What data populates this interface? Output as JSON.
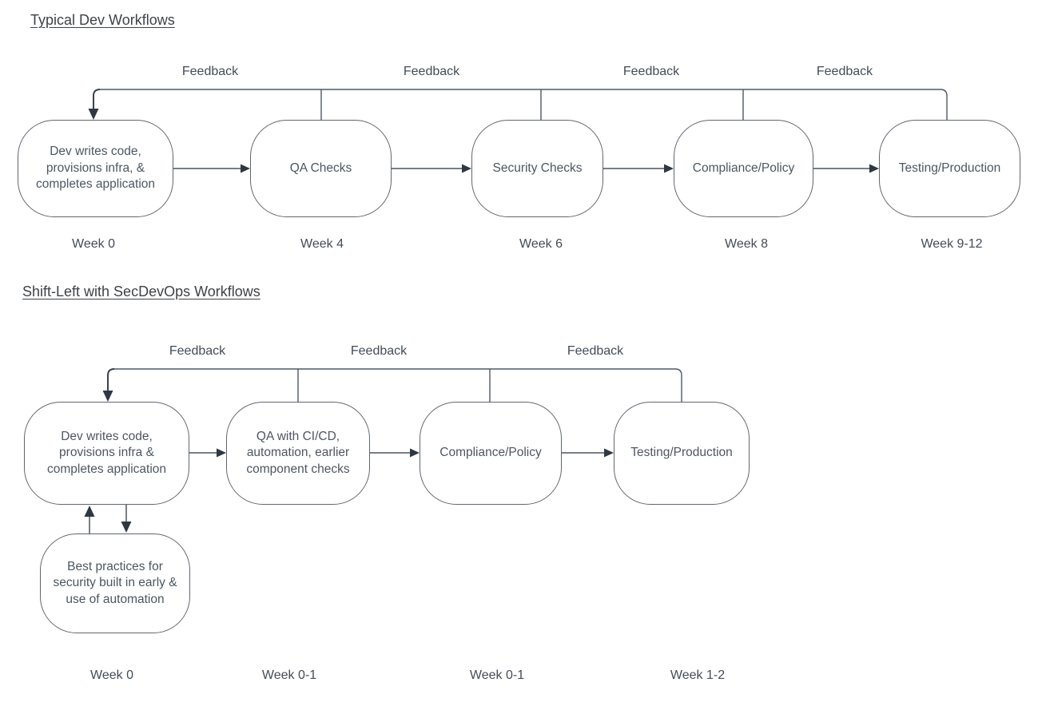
{
  "colors": {
    "background": "#ffffff",
    "node_border": "#60666e",
    "node_text": "#4c5662",
    "connector": "#4e5866",
    "feedback_arrow": "#39434f",
    "arrowhead_fill": "#2e3842",
    "label_text": "#434c57",
    "title_text": "#3e4347"
  },
  "sections": [
    {
      "title": "Typical Dev Workflows",
      "feedback_labels": [
        "Feedback",
        "Feedback",
        "Feedback",
        "Feedback"
      ],
      "nodes": [
        {
          "label": "Dev writes code, provisions infra, & completes application",
          "week": "Week 0"
        },
        {
          "label": "QA Checks",
          "week": "Week 4"
        },
        {
          "label": "Security Checks",
          "week": "Week 6"
        },
        {
          "label": "Compliance/Policy",
          "week": "Week 8"
        },
        {
          "label": "Testing/Production",
          "week": "Week 9-12"
        }
      ]
    },
    {
      "title": "Shift-Left with SecDevOps Workflows",
      "feedback_labels": [
        "Feedback",
        "Feedback",
        "Feedback"
      ],
      "nodes": [
        {
          "label": "Dev writes code, provisions infra & completes application",
          "week": "Week 0"
        },
        {
          "label": "QA with CI/CD, automation, earlier component checks",
          "week": "Week 0-1"
        },
        {
          "label": "Compliance/Policy",
          "week": "Week 0-1"
        },
        {
          "label": "Testing/Production",
          "week": "Week 1-2"
        }
      ],
      "side_node": {
        "label": "Best practices for security built in early & use of automation"
      }
    }
  ]
}
